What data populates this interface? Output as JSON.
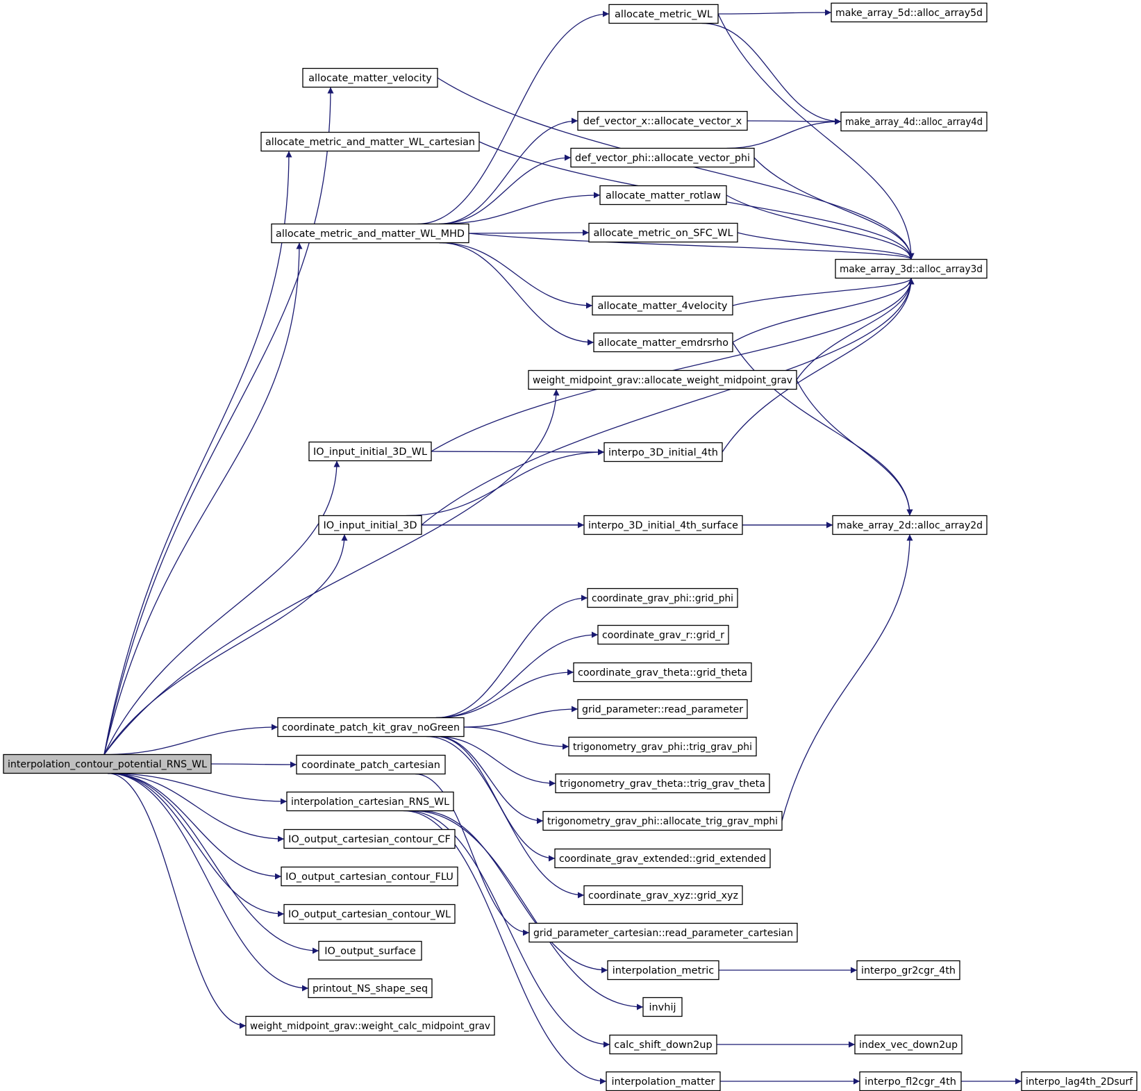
{
  "diagram": {
    "type": "call-graph",
    "root": "interpolation_contour_potential_RNS_WL",
    "edge_color": "#191970",
    "root_fill": "#bfbfbf",
    "nodes": [
      {
        "id": "root",
        "label": "interpolation_contour_potential_RNS_WL"
      },
      {
        "id": "amv",
        "label": "allocate_matter_velocity"
      },
      {
        "id": "amWLc",
        "label": "allocate_metric_and_matter_WL_cartesian"
      },
      {
        "id": "amMHD",
        "label": "allocate_metric_and_matter_WL_MHD"
      },
      {
        "id": "io3dwl",
        "label": "IO_input_initial_3D_WL"
      },
      {
        "id": "io3d",
        "label": "IO_input_initial_3D"
      },
      {
        "id": "cpk",
        "label": "coordinate_patch_kit_grav_noGreen"
      },
      {
        "id": "cpc",
        "label": "coordinate_patch_cartesian"
      },
      {
        "id": "icrns",
        "label": "interpolation_cartesian_RNS_WL"
      },
      {
        "id": "oCF",
        "label": "IO_output_cartesian_contour_CF"
      },
      {
        "id": "oFLU",
        "label": "IO_output_cartesian_contour_FLU"
      },
      {
        "id": "oWL",
        "label": "IO_output_cartesian_contour_WL"
      },
      {
        "id": "osurf",
        "label": "IO_output_surface"
      },
      {
        "id": "pns",
        "label": "printout_NS_shape_seq"
      },
      {
        "id": "wcalc",
        "label": "weight_midpoint_grav::weight_calc_midpoint_grav"
      },
      {
        "id": "amWL",
        "label": "allocate_metric_WL"
      },
      {
        "id": "avx",
        "label": "def_vector_x::allocate_vector_x"
      },
      {
        "id": "avphi",
        "label": "def_vector_phi::allocate_vector_phi"
      },
      {
        "id": "amrot",
        "label": "allocate_matter_rotlaw"
      },
      {
        "id": "amsfc",
        "label": "allocate_metric_on_SFC_WL"
      },
      {
        "id": "am4v",
        "label": "allocate_matter_4velocity"
      },
      {
        "id": "amemd",
        "label": "allocate_matter_emdrsrho"
      },
      {
        "id": "awmg",
        "label": "weight_midpoint_grav::allocate_weight_midpoint_grav"
      },
      {
        "id": "i3d4",
        "label": "interpo_3D_initial_4th"
      },
      {
        "id": "i3d4s",
        "label": "interpo_3D_initial_4th_surface"
      },
      {
        "id": "gphi",
        "label": "coordinate_grav_phi::grid_phi"
      },
      {
        "id": "gr",
        "label": "coordinate_grav_r::grid_r"
      },
      {
        "id": "gth",
        "label": "coordinate_grav_theta::grid_theta"
      },
      {
        "id": "rpar",
        "label": "grid_parameter::read_parameter"
      },
      {
        "id": "tphi",
        "label": "trigonometry_grav_phi::trig_grav_phi"
      },
      {
        "id": "tth",
        "label": "trigonometry_grav_theta::trig_grav_theta"
      },
      {
        "id": "atgm",
        "label": "trigonometry_grav_phi::allocate_trig_grav_mphi"
      },
      {
        "id": "gext",
        "label": "coordinate_grav_extended::grid_extended"
      },
      {
        "id": "gxyz",
        "label": "coordinate_grav_xyz::grid_xyz"
      },
      {
        "id": "rpc",
        "label": "grid_parameter_cartesian::read_parameter_cartesian"
      },
      {
        "id": "imet",
        "label": "interpolation_metric"
      },
      {
        "id": "invhij",
        "label": "invhij"
      },
      {
        "id": "csd",
        "label": "calc_shift_down2up"
      },
      {
        "id": "imat",
        "label": "interpolation_matter"
      },
      {
        "id": "a5d",
        "label": "make_array_5d::alloc_array5d"
      },
      {
        "id": "a4d",
        "label": "make_array_4d::alloc_array4d"
      },
      {
        "id": "a3d",
        "label": "make_array_3d::alloc_array3d"
      },
      {
        "id": "a2d",
        "label": "make_array_2d::alloc_array2d"
      },
      {
        "id": "igr",
        "label": "interpo_gr2cgr_4th"
      },
      {
        "id": "ivd",
        "label": "index_vec_down2up"
      },
      {
        "id": "ifl",
        "label": "interpo_fl2cgr_4th"
      },
      {
        "id": "ilag",
        "label": "interpo_lag4th_2Dsurf"
      }
    ],
    "edges": [
      [
        "root",
        "amv"
      ],
      [
        "root",
        "amWLc"
      ],
      [
        "root",
        "amMHD"
      ],
      [
        "root",
        "awmg"
      ],
      [
        "root",
        "io3dwl"
      ],
      [
        "root",
        "io3d"
      ],
      [
        "root",
        "cpk"
      ],
      [
        "root",
        "cpc"
      ],
      [
        "root",
        "icrns"
      ],
      [
        "root",
        "oCF"
      ],
      [
        "root",
        "oFLU"
      ],
      [
        "root",
        "oWL"
      ],
      [
        "root",
        "osurf"
      ],
      [
        "root",
        "pns"
      ],
      [
        "root",
        "wcalc"
      ],
      [
        "amv",
        "a3d"
      ],
      [
        "amWLc",
        "a3d"
      ],
      [
        "amMHD",
        "amWL"
      ],
      [
        "amMHD",
        "avx"
      ],
      [
        "amMHD",
        "avphi"
      ],
      [
        "amMHD",
        "amrot"
      ],
      [
        "amMHD",
        "amsfc"
      ],
      [
        "amMHD",
        "a3d"
      ],
      [
        "amMHD",
        "am4v"
      ],
      [
        "amMHD",
        "amemd"
      ],
      [
        "amWL",
        "a5d"
      ],
      [
        "amWL",
        "a4d"
      ],
      [
        "amWL",
        "a3d"
      ],
      [
        "avx",
        "a4d"
      ],
      [
        "avphi",
        "a4d"
      ],
      [
        "avphi",
        "a3d"
      ],
      [
        "amrot",
        "a3d"
      ],
      [
        "amsfc",
        "a3d"
      ],
      [
        "am4v",
        "a3d"
      ],
      [
        "amemd",
        "a3d"
      ],
      [
        "amemd",
        "a2d"
      ],
      [
        "awmg",
        "a3d"
      ],
      [
        "awmg",
        "a2d"
      ],
      [
        "io3dwl",
        "a3d"
      ],
      [
        "io3dwl",
        "i3d4"
      ],
      [
        "i3d4",
        "a3d"
      ],
      [
        "io3d",
        "i3d4"
      ],
      [
        "io3d",
        "a3d"
      ],
      [
        "io3d",
        "i3d4s"
      ],
      [
        "io3d",
        "a2d"
      ],
      [
        "i3d4s",
        "a2d"
      ],
      [
        "cpk",
        "gphi"
      ],
      [
        "cpk",
        "gr"
      ],
      [
        "cpk",
        "gth"
      ],
      [
        "cpk",
        "rpar"
      ],
      [
        "cpk",
        "tphi"
      ],
      [
        "cpk",
        "tth"
      ],
      [
        "cpk",
        "atgm"
      ],
      [
        "cpk",
        "gext"
      ],
      [
        "cpk",
        "gxyz"
      ],
      [
        "atgm",
        "a2d"
      ],
      [
        "cpc",
        "rpc"
      ],
      [
        "icrns",
        "imet"
      ],
      [
        "icrns",
        "invhij"
      ],
      [
        "icrns",
        "csd"
      ],
      [
        "icrns",
        "imat"
      ],
      [
        "imet",
        "igr"
      ],
      [
        "csd",
        "ivd"
      ],
      [
        "imat",
        "ifl"
      ],
      [
        "ifl",
        "ilag"
      ]
    ]
  }
}
